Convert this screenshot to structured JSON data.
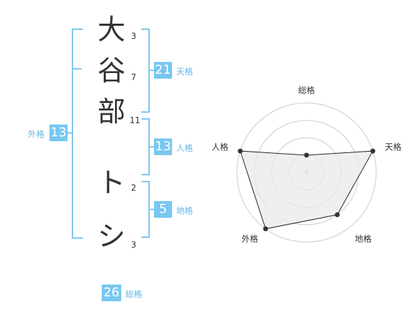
{
  "name_chars": [
    {
      "char": "大",
      "strokes": "3"
    },
    {
      "char": "谷",
      "strokes": "7"
    },
    {
      "char": "部",
      "strokes": "11"
    },
    {
      "char": "ト",
      "strokes": "2"
    },
    {
      "char": "シ",
      "strokes": "3"
    }
  ],
  "kaku": {
    "tenkaku": {
      "value": "21",
      "label": "天格"
    },
    "jinkaku": {
      "value": "13",
      "label": "人格"
    },
    "chikaku": {
      "value": "5",
      "label": "地格"
    },
    "gaikaku": {
      "value": "13",
      "label": "外格"
    },
    "soukaku": {
      "value": "26",
      "label": "総格"
    }
  },
  "colors": {
    "accent": "#79c8f1",
    "bracket": "#7ec6ef",
    "text": "#333333"
  },
  "chart_data": {
    "type": "radar",
    "axes": [
      "総格",
      "天格",
      "地格",
      "外格",
      "人格"
    ],
    "levels": 4,
    "values": [
      0.25,
      1.0,
      0.75,
      1.0,
      1.0
    ]
  }
}
